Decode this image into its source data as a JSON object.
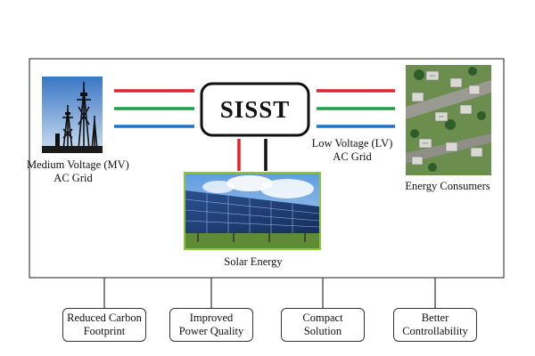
{
  "hub": {
    "label": "SISST"
  },
  "left_node": {
    "label_lines": [
      "Medium Voltage (MV)",
      "AC Grid"
    ]
  },
  "right_node": {
    "label_lines": [
      "Low Voltage (LV)",
      "AC Grid"
    ]
  },
  "consumers": {
    "label": "Energy Consumers"
  },
  "solar": {
    "label": "Solar Energy"
  },
  "benefits": [
    {
      "lines": [
        "Reduced Carbon",
        "Footprint"
      ]
    },
    {
      "lines": [
        "Improved",
        "Power Quality"
      ]
    },
    {
      "lines": [
        "Compact",
        "Solution"
      ]
    },
    {
      "lines": [
        "Better",
        "Controllability"
      ]
    }
  ],
  "colors": {
    "phase_red": "#e0242b",
    "phase_green": "#1aa14a",
    "phase_blue": "#1f73c7",
    "dc_black": "#111111",
    "solar_border": "#8cc63f"
  },
  "icons": [
    "transmission-tower-photo",
    "solar-panel-photo",
    "houses-aerial-photo"
  ]
}
